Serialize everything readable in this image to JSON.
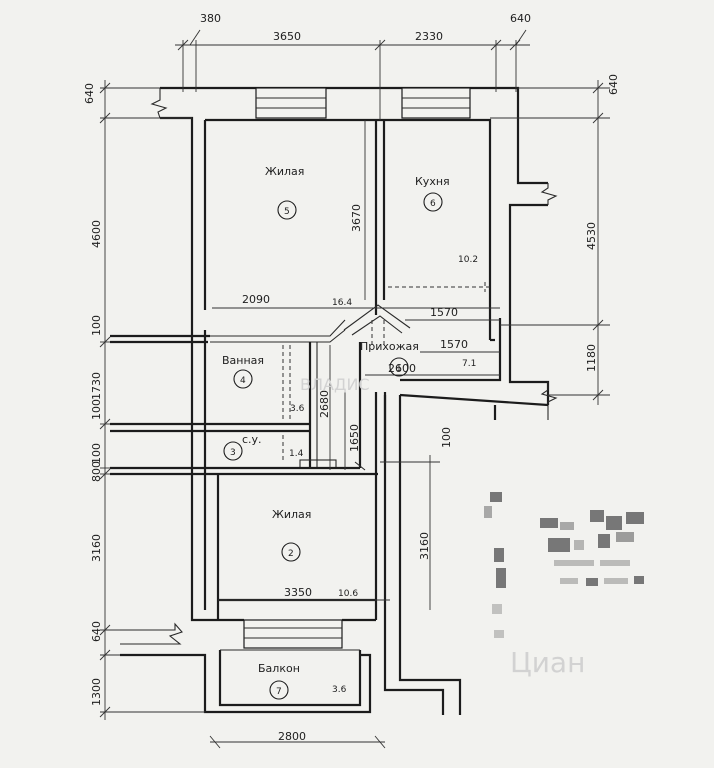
{
  "rooms": [
    {
      "label": "Жилая",
      "number": "5",
      "area": "16.4"
    },
    {
      "label": "Кухня",
      "number": "6",
      "area": "10.2"
    },
    {
      "label": "Ванная",
      "number": "4",
      "area": "3.6"
    },
    {
      "label": "с.у.",
      "number": "3",
      "area": "1.4"
    },
    {
      "label": "Прихожая",
      "number": "1",
      "area": "7.1"
    },
    {
      "label": "Жилая",
      "number": "2",
      "area": "10.6"
    },
    {
      "label": "Балкон",
      "number": "7",
      "area": "3.6"
    }
  ],
  "dimensions": {
    "top_380": "380",
    "top_3650": "3650",
    "top_2330": "2330",
    "top_640": "640",
    "left_640": "640",
    "left_4600": "4600",
    "left_100a": "100",
    "left_1730": "1730",
    "left_100b": "100",
    "left_100c": "100",
    "left_800": "800",
    "left_3160": "3160",
    "left_640b": "640",
    "left_1300": "1300",
    "right_640": "640",
    "right_4530": "4530",
    "right_1180": "1180",
    "inner_3670": "3670",
    "inner_2090": "2090",
    "inner_1570a": "1570",
    "inner_1570b": "1570",
    "inner_2600": "2600",
    "inner_2680": "2680",
    "inner_1650": "1650",
    "inner_100": "100",
    "inner_3160": "3160",
    "inner_3350": "3350",
    "bottom_2800": "2800"
  },
  "watermarks": [
    "ВЛАДИС",
    "Циан"
  ]
}
